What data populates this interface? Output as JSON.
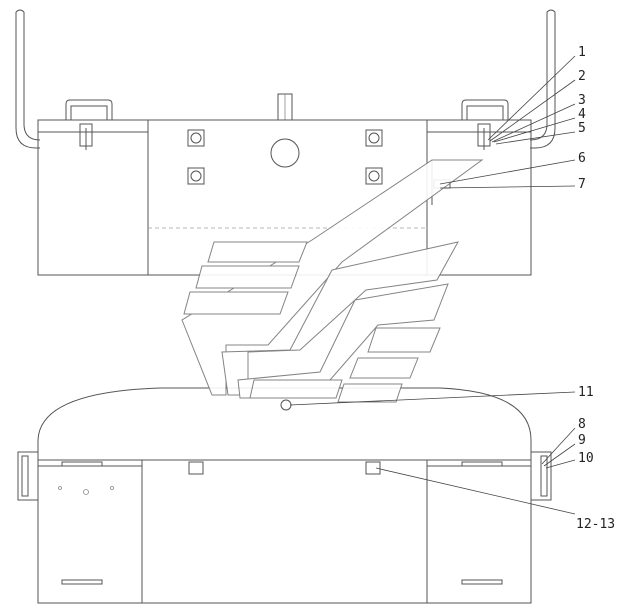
{
  "callouts": {
    "c1": "1",
    "c2": "2",
    "c3": "3",
    "c4": "4",
    "c5": "5",
    "c6": "6",
    "c7": "7",
    "c8": "8",
    "c9": "9",
    "c10": "10",
    "c11": "11",
    "c12": "12-13"
  }
}
